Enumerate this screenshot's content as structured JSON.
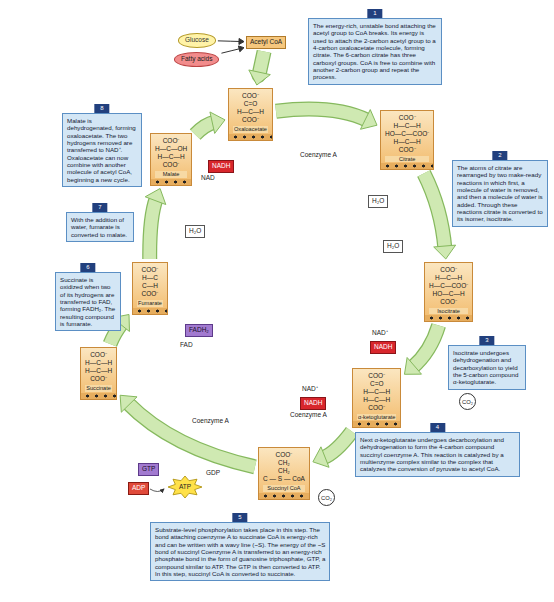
{
  "diagram": {
    "nodes": [
      {
        "text": [
          "Glucose"
        ]
      },
      {
        "text": [
          "Fatty acids"
        ]
      },
      {
        "text": [
          "Acetyl CoA"
        ]
      },
      {
        "text": [
          "1",
          "The energy-rich, unstable bond attaching the acetyl group to CoA breaks. Its energy is used to attach the 2-carbon acetyl group to a 4-carbon oxaloacetate molecule, forming citrate. The 6-carbon citrate has three carboxyl groups. CoA is free to combine with another 2-carbon group and repeat the process."
        ]
      },
      {
        "text": [
          "8",
          "Malate is dehydrogenated, forming oxaloacetate. The two hydrogens removed are transferred to NAD⁺. Oxaloacetate can now combine with another molecule of acetyl CoA, beginning a new cycle."
        ]
      },
      {
        "text": [
          "COO⁻",
          "C=O",
          "H—C—H",
          "COO⁻",
          "Oxaloacetate"
        ]
      },
      {
        "text": [
          "NADH"
        ]
      },
      {
        "text": [
          "COO⁻",
          "H—C—H",
          "HO—C—COO⁻",
          "H—C—H",
          "COO⁻",
          "Citrate"
        ]
      },
      {
        "text": [
          "H₂O"
        ]
      },
      {
        "text": [
          "2",
          "The atoms of citrate are rearranged by two make-ready reactions in which first, a molecule of water is removed, and then a molecule of water is added. Through these reactions citrate is converted to its isomer, isocitrate."
        ]
      },
      {
        "text": [
          "COO⁻",
          "H—C—OH",
          "H—C—H",
          "COO⁻",
          "Malate"
        ]
      },
      {
        "text": [
          "H₂O"
        ]
      },
      {
        "text": [
          "7",
          "With the addition of water, fumarate is converted to malate."
        ]
      },
      {
        "text": [
          "H₂O"
        ]
      },
      {
        "text": [
          "COO⁻",
          "H—C—H",
          "H—C—COO⁻",
          "HO—C—H",
          "COO⁻",
          "Isocitrate"
        ]
      },
      {
        "text": [
          "COO⁻",
          "H—C",
          "C—H",
          "COO⁻",
          "Fumarate"
        ]
      },
      {
        "text": [
          "FADH₂"
        ]
      },
      {
        "text": [
          "NADH"
        ]
      },
      {
        "text": [
          "6",
          "Succinate is oxidized when two of its hydrogens are transferred to FAD, forming FADH₂. The resulting compound is fumarate."
        ]
      },
      {
        "text": [
          "3",
          "Isocitrate undergoes dehydrogenation and decarboxylation to yield the 5-carbon compound α-ketoglutarate."
        ]
      },
      {
        "text": [
          "CO₂"
        ]
      },
      {
        "text": [
          "COO⁻",
          "C=O",
          "H—C—H",
          "H—C—H",
          "COO⁻",
          "α-ketoglutarate"
        ]
      },
      {
        "text": [
          "COO⁻",
          "H—C—H",
          "H—C—H",
          "COO⁻",
          "Succinate"
        ]
      },
      {
        "text": [
          "NADH"
        ]
      },
      {
        "text": [
          "CO₂"
        ]
      },
      {
        "text": [
          "4",
          "Next α-ketoglutarate undergoes decarboxylation and dehydrogenation to form the 4-carbon compound succinyl coenzyme A. This reaction is catalyzed by a multienzyme complex similar to the complex that catalyzes the conversion of pyruvate to acetyl CoA."
        ]
      },
      {
        "text": [
          "GTP"
        ]
      },
      {
        "text": [
          "ADP"
        ]
      },
      {
        "text": [
          "ATP"
        ]
      },
      {
        "text": [
          "COO⁻",
          "CH₂",
          "CH₂",
          "C — S — CoA",
          "Succinyl CoA"
        ]
      },
      {
        "text": [
          "5",
          "Substrate-level phosphorylation takes place in this step. The bond attaching coenzyme A to succinate CoA is energy-rich and can be written with a wavy line (~S). The energy of the ~S bond of succinyl Coenzyme A is transferred to an energy-rich phosphate bond in the form of guanosine triphosphate, GTP, a compound similar to ATP. The GTP is then converted to ATP. In this step, succinyl CoA is converted to succinate."
        ]
      }
    ],
    "edges": [
      {
        "from": 0,
        "to": 2,
        "arrow": "to"
      },
      {
        "from": 1,
        "to": 2,
        "arrow": "to"
      },
      {
        "from": 2,
        "to": 5,
        "arrow": "to"
      },
      {
        "from": 5,
        "to": 7,
        "arrow": "to"
      },
      {
        "from": 7,
        "to": 14,
        "arrow": "to"
      },
      {
        "from": 14,
        "to": 21,
        "arrow": "to"
      },
      {
        "from": 21,
        "to": 29,
        "arrow": "to"
      },
      {
        "from": 29,
        "to": 22,
        "arrow": "to"
      },
      {
        "from": 22,
        "to": 15,
        "arrow": "to"
      },
      {
        "from": 15,
        "to": 10,
        "arrow": "to"
      },
      {
        "from": 10,
        "to": 5,
        "arrow": "to"
      }
    ],
    "labels": [
      "Coenzyme A",
      "NAD",
      "NAD⁺",
      "NAD⁺",
      "Coenzyme A",
      "Coenzyme A",
      "GDP",
      "FAD"
    ]
  }
}
